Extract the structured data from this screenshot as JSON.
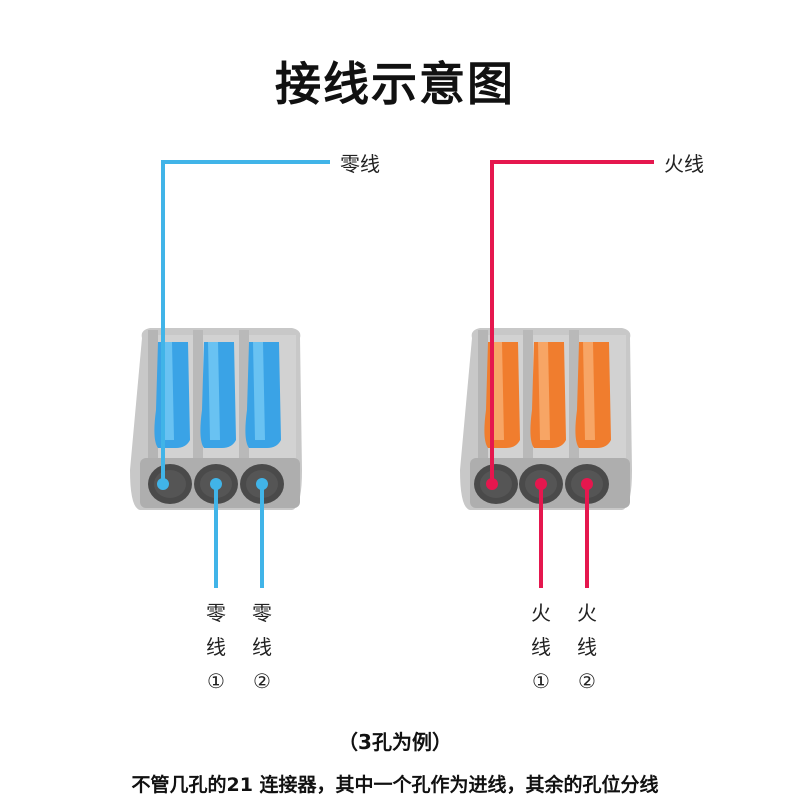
{
  "title": "接线示意图",
  "colors": {
    "neutral_wire": "#41B4E8",
    "live_wire": "#E5174E",
    "connector_body": "#C9C9C9",
    "neutral_lever": "#3AA3E6",
    "live_lever": "#F07D2E"
  },
  "left_connector": {
    "top_label": "零线",
    "outputs": [
      {
        "line1": "零",
        "line2": "线",
        "number": "①"
      },
      {
        "line1": "零",
        "line2": "线",
        "number": "②"
      }
    ]
  },
  "right_connector": {
    "top_label": "火线",
    "outputs": [
      {
        "line1": "火",
        "line2": "线",
        "number": "①"
      },
      {
        "line1": "火",
        "line2": "线",
        "number": "②"
      }
    ]
  },
  "example_note": "（3孔为例）",
  "description": "不管几孔的21 连接器，其中一个孔作为进线，其余的孔位分线"
}
